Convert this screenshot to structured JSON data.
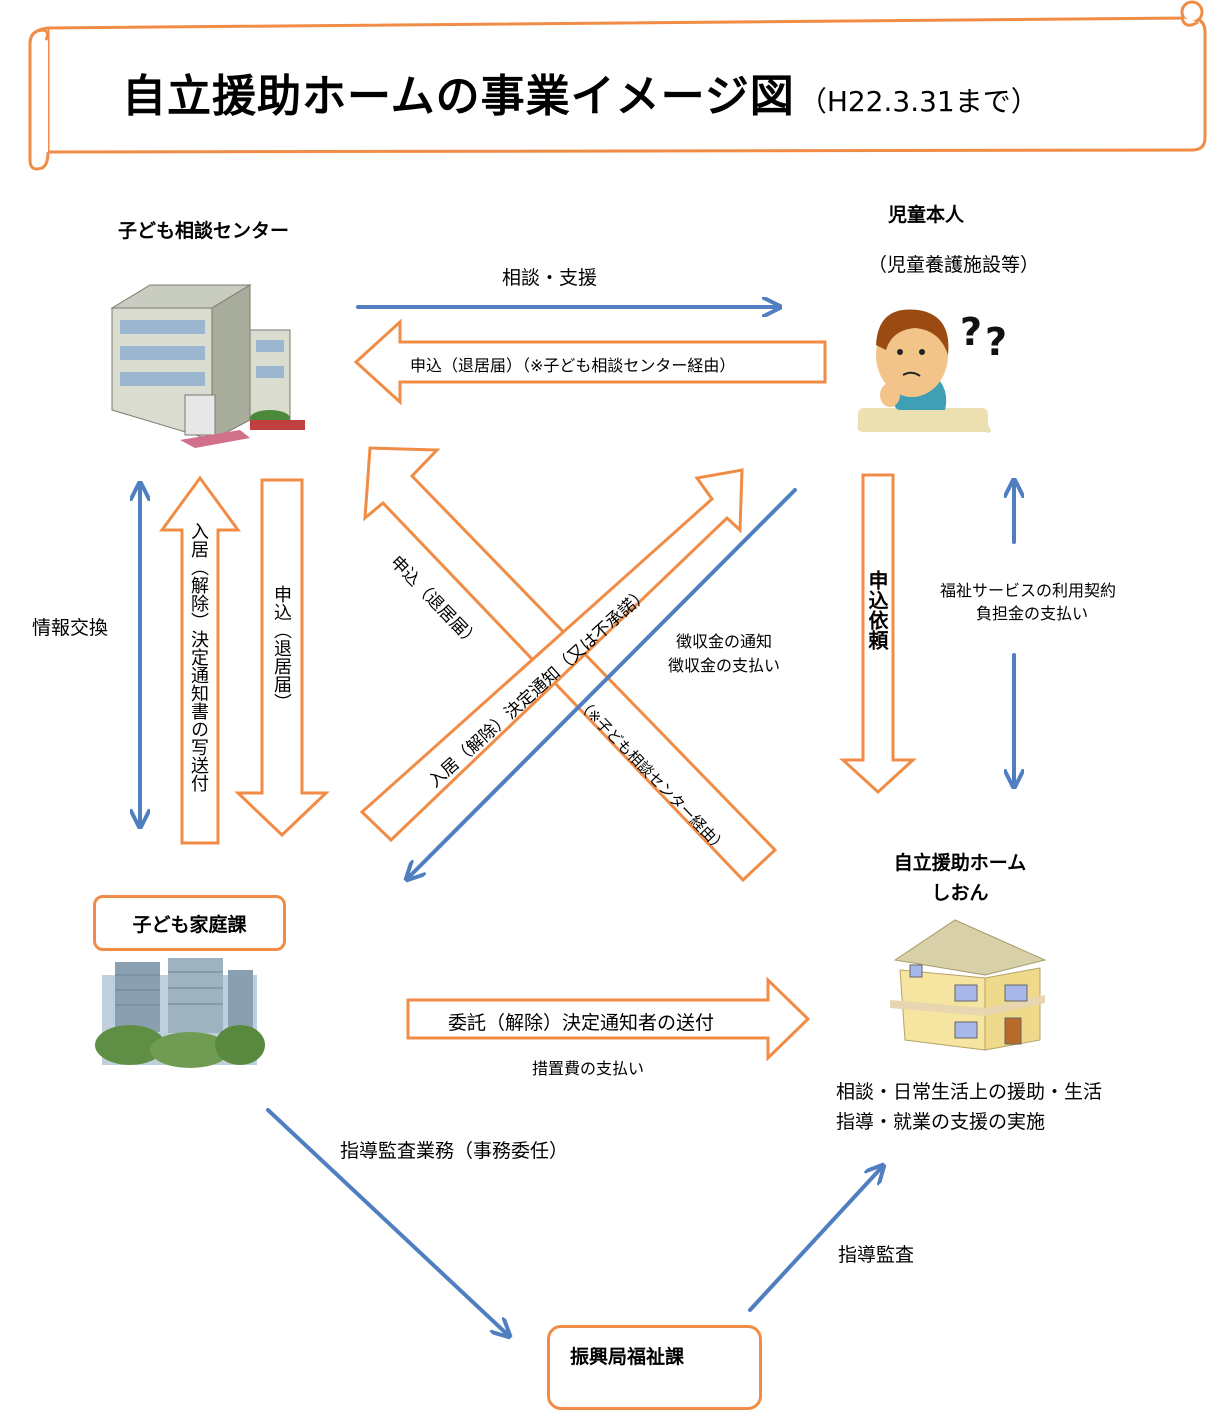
{
  "title": {
    "main": "自立援助ホームの事業イメージ図",
    "sub": "（H22.3.31まで）"
  },
  "nodes": {
    "center": "子ども相談センター",
    "child": "児童本人",
    "child_sub": "（児童養護施設等）",
    "family_dept": "子ども家庭課",
    "home_name": "自立援助ホーム",
    "home_name2": "しおん",
    "home_services": [
      "相談・日常生活上の援助・生活",
      "指導・就業の支援の実施"
    ],
    "promotion": "振興局福祉課"
  },
  "arrows": {
    "consult_support": "相談・支援",
    "apply_via": "申込（退居届）（※子ども相談センター経由）",
    "info_exchange": "情報交換",
    "decision_copy": "入居（解除）決定通知書の写送付",
    "apply_leave": "申込（退居届）",
    "diag_apply": "申込（退居届）",
    "diag_decision": "入居（解除）決定通知（又は不承諾）",
    "diag_via": "（※子ども相談センター経由）",
    "fee": [
      "徴収金の通知",
      "徴収金の支払い"
    ],
    "request": "申込依頼",
    "welfare": [
      "福祉サービスの利用契約",
      "負担金の支払い"
    ],
    "entrust": "委託（解除）決定通知者の送付",
    "measure_fee": "措置費の支払い",
    "audit_work": "指導監査業務（事務委任）",
    "audit": "指導監査"
  },
  "colors": {
    "orange": "#f08c45",
    "blue": "#4f7fc0"
  },
  "icons": [
    "office-building-icon",
    "thinking-child-icon",
    "government-building-icon",
    "house-icon"
  ]
}
